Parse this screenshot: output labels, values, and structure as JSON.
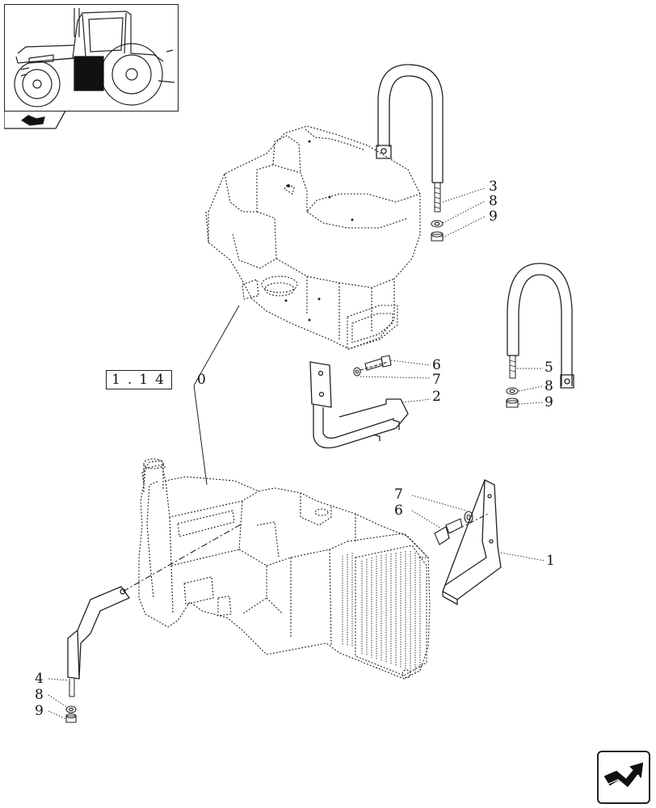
{
  "reference": {
    "box_text": "1.14",
    "suffix": "0"
  },
  "callouts": {
    "c3": "3",
    "c8a": "8",
    "c9a": "9",
    "c6a": "6",
    "c7a": "7",
    "c2": "2",
    "c5": "5",
    "c8b": "8",
    "c9b": "9",
    "c7b": "7",
    "c6b": "6",
    "c1": "1",
    "c4": "4",
    "c8c": "8",
    "c9c": "9"
  },
  "icons": {
    "thumbnail": "tractor-location-icon",
    "tab": "folder-tab-icon",
    "navigation": "next-page-arrow-icon"
  },
  "colors": {
    "line": "#222222",
    "highlight": "#111111"
  }
}
